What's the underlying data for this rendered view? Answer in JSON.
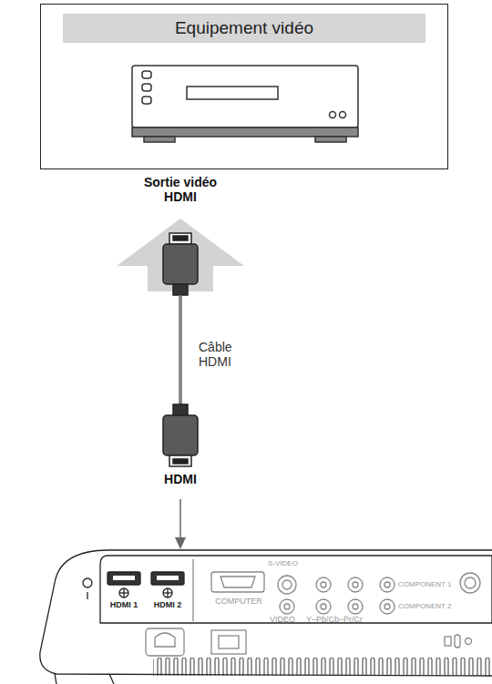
{
  "diagram": {
    "nodes": [
      {
        "text": [
          "Equipement vidéo"
        ]
      }
    ],
    "labels": [
      "Sortie vidéo HDMI",
      "Câble HDMI",
      "HDMI",
      "HDMI 1",
      "HDMI 2",
      "COMPUTER",
      "S-VIDEO",
      "VIDEO",
      "Y–Pb/Cb–Pr/Cr",
      "COMPONENT 1",
      "COMPONENT 2"
    ]
  }
}
